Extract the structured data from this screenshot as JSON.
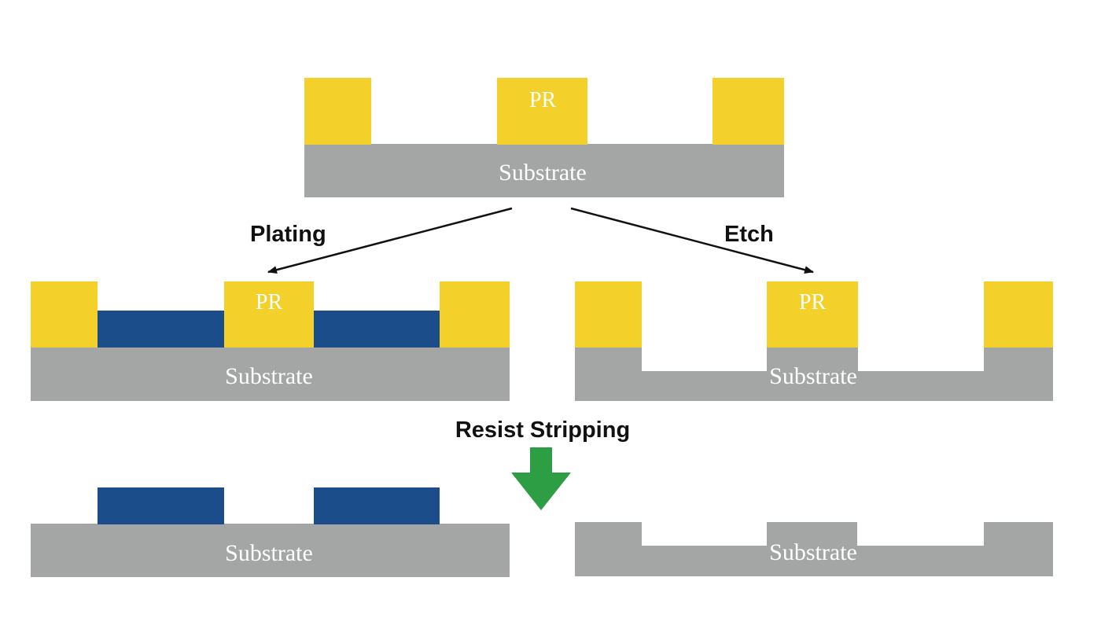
{
  "labels": {
    "substrate": "Substrate",
    "photoresist": "PR",
    "plating": "Plating",
    "etch": "Etch",
    "resist_stripping": "Resist Stripping"
  },
  "colors": {
    "photoresist": "#f4d02a",
    "substrate": "#a4a6a5",
    "plated_metal": "#1b4d8a",
    "arrow": "#2e9e44",
    "lines": "#111111",
    "background": "#ffffff"
  },
  "icons": {
    "down_arrow": "green-down-arrow"
  }
}
